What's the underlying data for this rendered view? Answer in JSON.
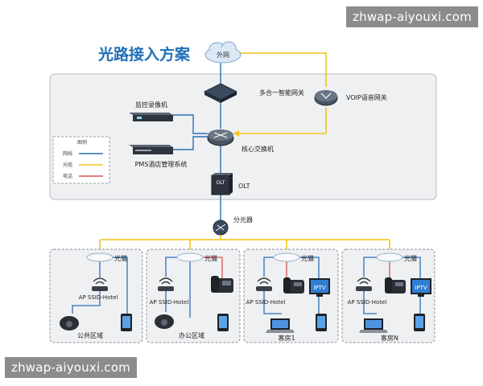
{
  "title": "光路接入方案",
  "watermark": {
    "top": "zhwap-aiyouxi.com",
    "bottom": "zhwap-aiyouxi.com"
  },
  "colors": {
    "net": "#2c6fb7",
    "fiber": "#f0c419",
    "phone": "#d9534f",
    "title": "#1f6fb8",
    "panel_bg": "#eef0f2",
    "panel_border": "#b8bcc2"
  },
  "nodes": {
    "internet": "外网",
    "gateway": "多合一智能网关",
    "voip": "VOIP语音网关",
    "nvr": "监控录像机",
    "pms": "PMS酒店管理系统",
    "core": "核心交换机",
    "olt": "OLT",
    "olt_tag": "OLT",
    "splitter": "分光器"
  },
  "legend": {
    "title": "图例",
    "items": [
      {
        "label": "网线",
        "kind": "net"
      },
      {
        "label": "光缆",
        "kind": "fiber"
      },
      {
        "label": "电话",
        "kind": "phone"
      }
    ]
  },
  "areas": [
    {
      "name": "公共区域",
      "onu": "光猫",
      "ap": "AP SSID-Hotel"
    },
    {
      "name": "办公区域",
      "onu": "光猫",
      "ap": "AP SSID-Hotel"
    },
    {
      "name": "客房1",
      "onu": "光猫",
      "ap": "AP SSID-Hotel",
      "iptv": "IPTV"
    },
    {
      "name": "客房N",
      "onu": "光猫",
      "ap": "AP SSID-Hotel",
      "iptv": "IPTV"
    }
  ]
}
